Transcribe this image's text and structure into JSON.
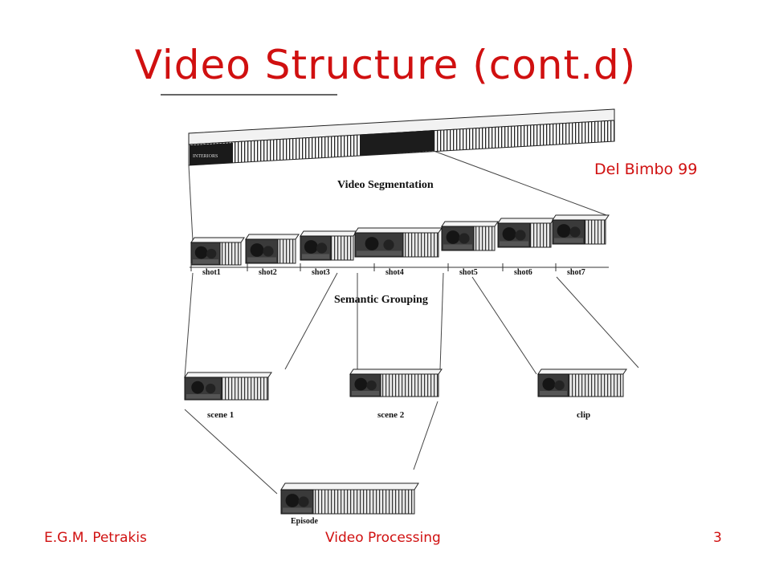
{
  "slide": {
    "title": "Video Structure (cont.d)",
    "citation": "Del Bimbo 99",
    "colors": {
      "title": "#d01010",
      "film": "#1a1a1a"
    }
  },
  "diagram": {
    "top_strip_label": "INTERIORS",
    "stage_labels": {
      "segmentation": "Video Segmentation",
      "grouping": "Semantic Grouping"
    },
    "shots": [
      "shot1",
      "shot2",
      "shot3",
      "shot4",
      "shot5",
      "shot6",
      "shot7"
    ],
    "groups": [
      "scene 1",
      "scene 2",
      "clip"
    ],
    "episode": "Episode"
  },
  "footer": {
    "author": "E.G.M. Petrakis",
    "course": "Video Processing",
    "page": "3"
  }
}
